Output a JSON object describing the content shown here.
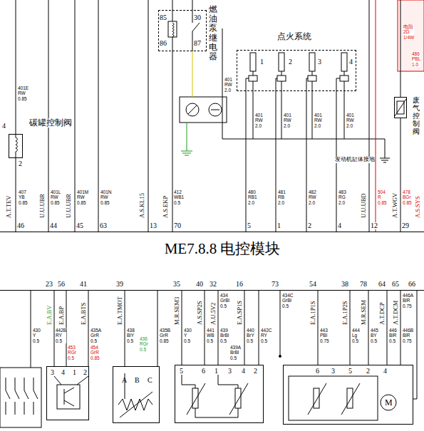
{
  "diagram": {
    "nodes": [
      {
        "text": [
          "ME7.8.8 电控模块"
        ]
      },
      {
        "text": [
          "燃油泵继电器"
        ]
      },
      {
        "text": [
          "点火系统"
        ]
      },
      {
        "text": [
          "碳罐控制阀"
        ]
      },
      {
        "text": [
          "废气控制阀"
        ]
      },
      {
        "text": [
          "3",
          "4",
          "1",
          "2"
        ]
      },
      {
        "text": [
          "A",
          "B",
          "C"
        ]
      },
      {
        "text": [
          "5",
          "6",
          "1",
          "3",
          "4",
          "2"
        ]
      },
      {
        "text": [
          "6",
          "3",
          "5",
          "2",
          "4"
        ]
      }
    ],
    "edges": [
      {
        "from": 3,
        "to": 0,
        "arrow": "none"
      },
      {
        "from": 1,
        "to": 0,
        "arrow": "none"
      },
      {
        "from": 2,
        "to": 0,
        "arrow": "none"
      },
      {
        "from": 2,
        "to": 0,
        "arrow": "none"
      },
      {
        "from": 2,
        "to": 0,
        "arrow": "none"
      },
      {
        "from": 2,
        "to": 0,
        "arrow": "none"
      },
      {
        "from": 4,
        "to": 0,
        "arrow": "none"
      },
      {
        "from": 0,
        "to": 5,
        "arrow": "none"
      },
      {
        "from": 0,
        "to": 5,
        "arrow": "none"
      },
      {
        "from": 0,
        "to": 5,
        "arrow": "none"
      },
      {
        "from": 0,
        "to": 6,
        "arrow": "none"
      },
      {
        "from": 0,
        "to": 7,
        "arrow": "none"
      },
      {
        "from": 0,
        "to": 7,
        "arrow": "none"
      },
      {
        "from": 0,
        "to": 7,
        "arrow": "none"
      },
      {
        "from": 0,
        "to": 7,
        "arrow": "none"
      },
      {
        "from": 0,
        "to": 8,
        "arrow": "none"
      },
      {
        "from": 0,
        "to": 8,
        "arrow": "none"
      },
      {
        "from": 0,
        "to": 8,
        "arrow": "none"
      },
      {
        "from": 0,
        "to": 8,
        "arrow": "none"
      }
    ],
    "labels": [
      "4",
      "2",
      "401E RW 0.85",
      "A.T.TEV",
      "407 YB 0.85",
      "46",
      "U.U.UBR",
      "401L RW 0.85",
      "44",
      "U.U.UBR",
      "401M RW 0.85",
      "45",
      "401N RW 0.85",
      "63",
      "A.S.KL15",
      "13",
      "A.S.EKP",
      "412 WB1 0.5",
      "70",
      "85",
      "30",
      "86",
      "87",
      "401 RW 2.0",
      "1",
      "2",
      "3",
      "4",
      "401 RW 2.0",
      "401 RW 2.0",
      "401 RW 2.0",
      "401 RW 2.0",
      "发动机缸体接地",
      "480 RB1 2.0",
      "481 RB 2.0",
      "482 RW 2.0",
      "483 RG 2.0",
      "5",
      "1",
      "2",
      "4",
      "U.U.UBD",
      "12",
      "504 R 0.85",
      "A.T.WGV",
      "478 BGr 0.85",
      "29",
      "A.S.SYS",
      "电阻 2Ω 1/4W",
      "486 PBL 1.0",
      "23",
      "56",
      "41",
      "39",
      "35",
      "40",
      "32",
      "16",
      "73",
      "54",
      "38",
      "78",
      "64",
      "65",
      "66",
      "E.A.BV",
      "E.A.BP",
      "E.A.BTS",
      "E.A.TMOT",
      "M.R.SEM3",
      "A.S.SP2S",
      "A.U.5V2",
      "E.A.SP1S",
      "E.A.1P1S",
      "E.A.1P2S",
      "M.R.SEM",
      "A.T.DCP",
      "A.T.DCM",
      "430 Y 0.5",
      "442B RY 0.5",
      "453 RGr 0.5",
      "435A GrR 0.5",
      "454 GrR 0.85",
      "438 BlY 0.5",
      "436 RGr 0.5",
      "435B GrR 0.85",
      "430 Y 0.5",
      "441 WB 0.5",
      "434 GrBl 0.5",
      "439 BrBl 0.5",
      "439A BrBl 0.5",
      "440 BrY 0.5",
      "442C RY 0.5",
      "434C GrBl 0.5",
      "443 PBl 0.75",
      "444 Lg 0.5",
      "445 BY 0.5",
      "446 BlR 0.5",
      "446A BlR 0.75",
      "446B BlR 0.75",
      "M"
    ]
  }
}
